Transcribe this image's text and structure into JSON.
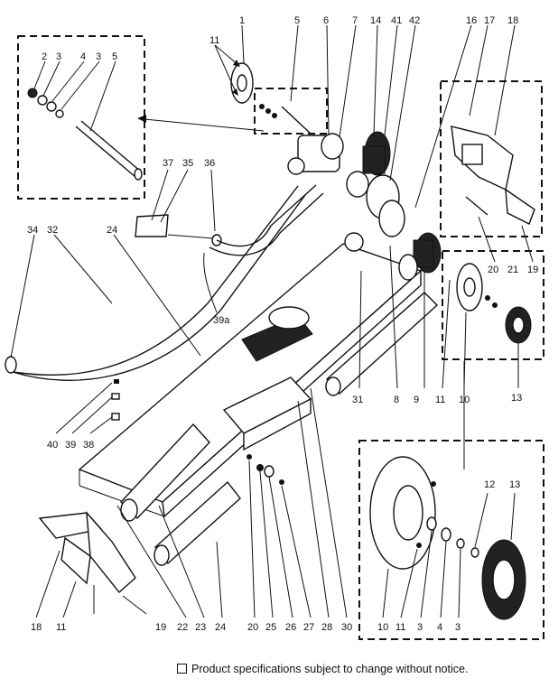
{
  "footer_note": "Product specifications subject to change without notice.",
  "callouts": {
    "c1": "1",
    "c11a": "11",
    "c5a": "5",
    "c6": "6",
    "c7": "7",
    "c14": "14",
    "c41": "41",
    "c42": "42",
    "c16": "16",
    "c17": "17",
    "c18a": "18",
    "ins2": "2",
    "ins3a": "3",
    "ins4": "4",
    "ins3b": "3",
    "ins5": "5",
    "c37": "37",
    "c35": "35",
    "c36": "36",
    "c34": "34",
    "c32": "32",
    "c24a": "24",
    "c39a": "39a",
    "c20a": "20",
    "c21": "21",
    "c19a": "19",
    "c31": "31",
    "c8": "8",
    "c9": "9",
    "c11b": "11",
    "c10a": "10",
    "c13a": "13",
    "c40": "40",
    "c39": "39",
    "c38": "38",
    "c18b": "18",
    "c11c": "11",
    "c19b": "19",
    "c22": "22",
    "c23": "23",
    "c24b": "24",
    "c20b": "20",
    "c25": "25",
    "c26": "26",
    "c27": "27",
    "c28": "28",
    "c30": "30",
    "d12": "12",
    "d13": "13",
    "d10": "10",
    "d11": "11",
    "d3a": "3",
    "d4": "4",
    "d3b": "3"
  }
}
